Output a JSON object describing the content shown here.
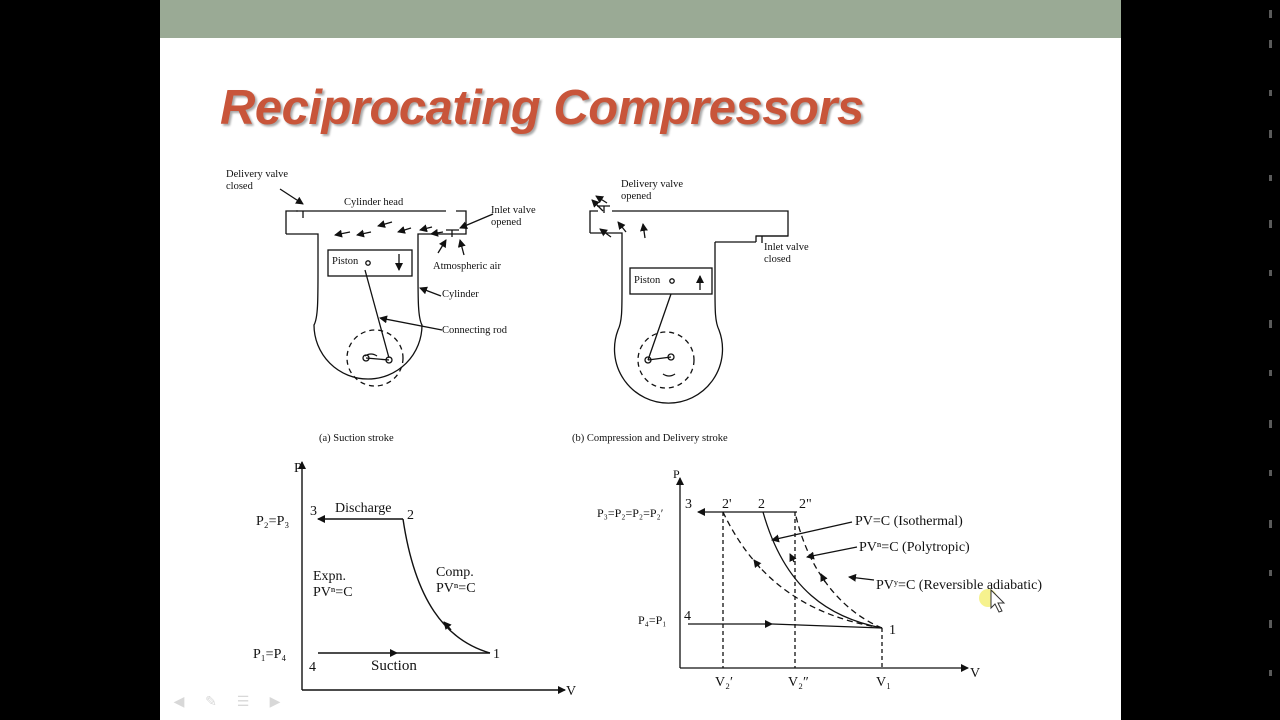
{
  "title": "Reciprocating Compressors",
  "diagram_a": {
    "delivery_valve": [
      "Delivery valve",
      "closed"
    ],
    "cylinder_head": "Cylinder head",
    "inlet_valve": [
      "Inlet valve",
      "opened"
    ],
    "piston": "Piston",
    "atmospheric_air": "Atmospheric air",
    "cylinder": "Cylinder",
    "connecting_rod": "Connecting rod",
    "caption": "(a) Suction stroke"
  },
  "diagram_b": {
    "delivery_valve": [
      "Delivery valve",
      "opened"
    ],
    "inlet_valve": [
      "Inlet valve",
      "closed"
    ],
    "piston": "Piston",
    "caption": "(b) Compression and Delivery stroke"
  },
  "pv_left": {
    "p_axis": "P",
    "v_axis": "V",
    "p23_label": "P₂=P₃",
    "p14_label": "P₁=P₄",
    "pt3": "3",
    "pt2": "2",
    "pt4": "4",
    "pt1": "1",
    "discharge": "Discharge",
    "suction": "Suction",
    "expn": [
      "Expn.",
      "PVⁿ=C"
    ],
    "comp": [
      "Comp.",
      "PVⁿ=C"
    ]
  },
  "pv_right": {
    "p_axis": "P",
    "v_axis": "V",
    "p_high_label": "P₃=P₂=P₂=P₂′",
    "p_low_label": "P₄=P₁",
    "pt3": "3",
    "pt2p": "2'",
    "pt2": "2",
    "pt2pp": "2\"",
    "pt4": "4",
    "pt1": "1",
    "isothermal": "PV=C (Isothermal)",
    "polytropic": "PVⁿ=C (Polytropic)",
    "adiabatic": "PVʸ=C (Reversible adiabatic)",
    "v2p": "V₂′",
    "v2pp": "V₂″",
    "v1": "V₁"
  },
  "nav_icons": [
    "arrow-left-icon",
    "pen-icon",
    "menu-icon",
    "arrow-right-icon"
  ]
}
